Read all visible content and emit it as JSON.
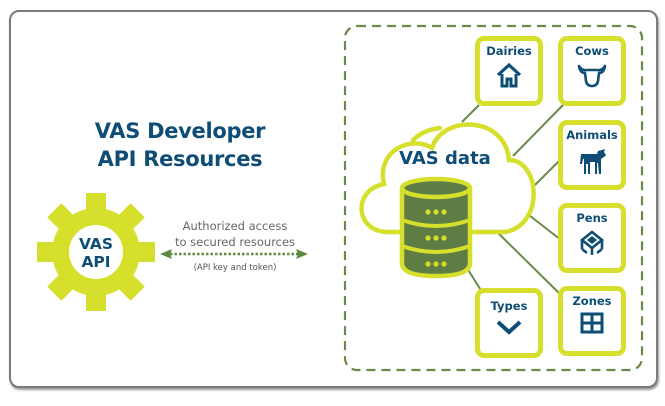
{
  "title": {
    "line1": "VAS Developer",
    "line2": "API Resources"
  },
  "gear": {
    "line1": "VAS",
    "line2": "API",
    "icon": "gear-icon"
  },
  "connection": {
    "line1": "Authorized access",
    "line2": "to secured resources",
    "note": "(API key and token)",
    "arrow": "bidirectional-dotted-arrow"
  },
  "data_store": {
    "label": "VAS data",
    "icon": "cloud-database-icon"
  },
  "resources": [
    {
      "label": "Dairies",
      "icon": "house-icon"
    },
    {
      "label": "Cows",
      "icon": "cow-head-icon"
    },
    {
      "label": "Animals",
      "icon": "calf-icon"
    },
    {
      "label": "Pens",
      "icon": "pen-icon"
    },
    {
      "label": "Types",
      "icon": "chevron-down-icon"
    },
    {
      "label": "Zones",
      "icon": "grid-icon"
    }
  ],
  "colors": {
    "accent_lime": "#d6df2b",
    "navy_text": "#0e4d75",
    "db_green": "#5e7d45",
    "line_green": "#6a8a4a"
  }
}
